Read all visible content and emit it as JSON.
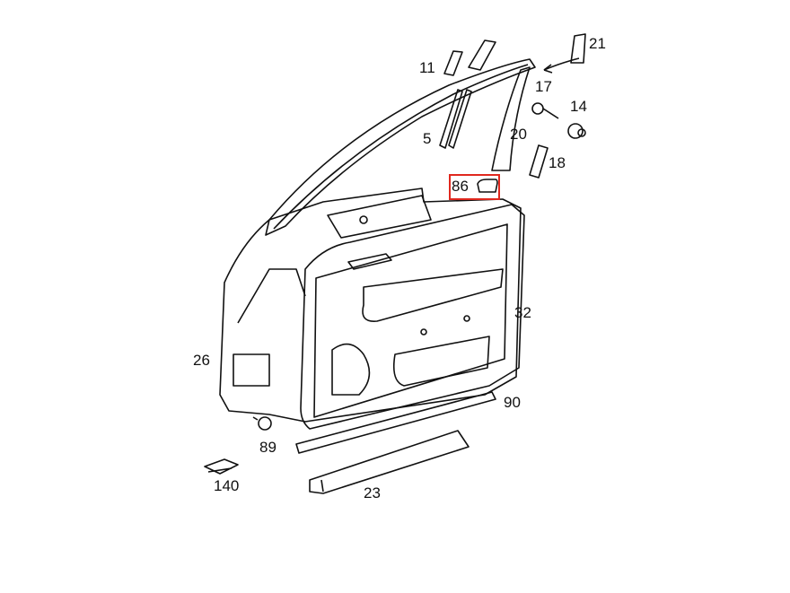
{
  "diagram": {
    "labels": {
      "p11": "11",
      "p21": "21",
      "p17": "17",
      "p14": "14",
      "p5": "5",
      "p20": "20",
      "p18": "18",
      "p86": "86",
      "p32": "32",
      "p26": "26",
      "p90": "90",
      "p89": "89",
      "p140": "140",
      "p23": "23"
    },
    "highlight_color": "#e0281e"
  }
}
